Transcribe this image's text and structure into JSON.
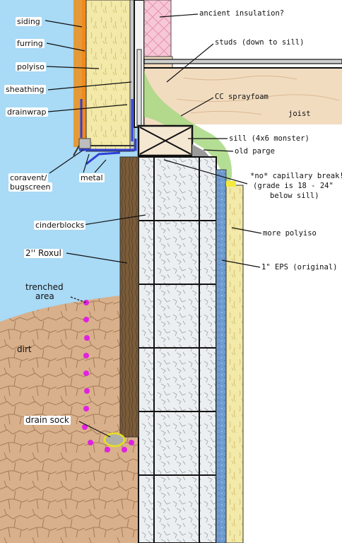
{
  "labels": {
    "siding": "siding",
    "furring": "furring",
    "polyiso": "polyiso",
    "sheathing": "sheathing",
    "drainwrap": "drainwrap",
    "coravent_1": "coravent/",
    "coravent_2": "bugscreen",
    "metal": "metal",
    "cinderblocks": "cinderblocks",
    "roxul": "2'' Roxul",
    "trenched_1": "trenched",
    "trenched_2": "area",
    "dirt": "dirt",
    "drain_sock": "drain sock",
    "ancient_insulation": "ancient insulation?",
    "studs": "studs (down to sill)",
    "cc_sprayfoam": "CC sprayfoam",
    "joist": "joist",
    "sill": "sill (4x6 monster)",
    "old_parge": "old parge",
    "capillary_1": "*no* capillary break!",
    "capillary_2": "(grade is 18 - 24\"",
    "capillary_3": "below sill)",
    "more_polyiso": "more polyiso",
    "eps": "1\" EPS (original)"
  },
  "colors": {
    "sky": "#a9daf6",
    "dirt": "#d8b08c",
    "block": "#e8ecef",
    "roxul": "#7a5c3a",
    "polyiso": "#f3e9a8",
    "eps": "#6f9bd0",
    "joist": "#f2dcc0",
    "foam": "#9fd07a",
    "insulation": "#f6c7d6",
    "drainwrap": "#2f3fd6",
    "orange": "#f08a1a",
    "dots": "#e022e0"
  }
}
